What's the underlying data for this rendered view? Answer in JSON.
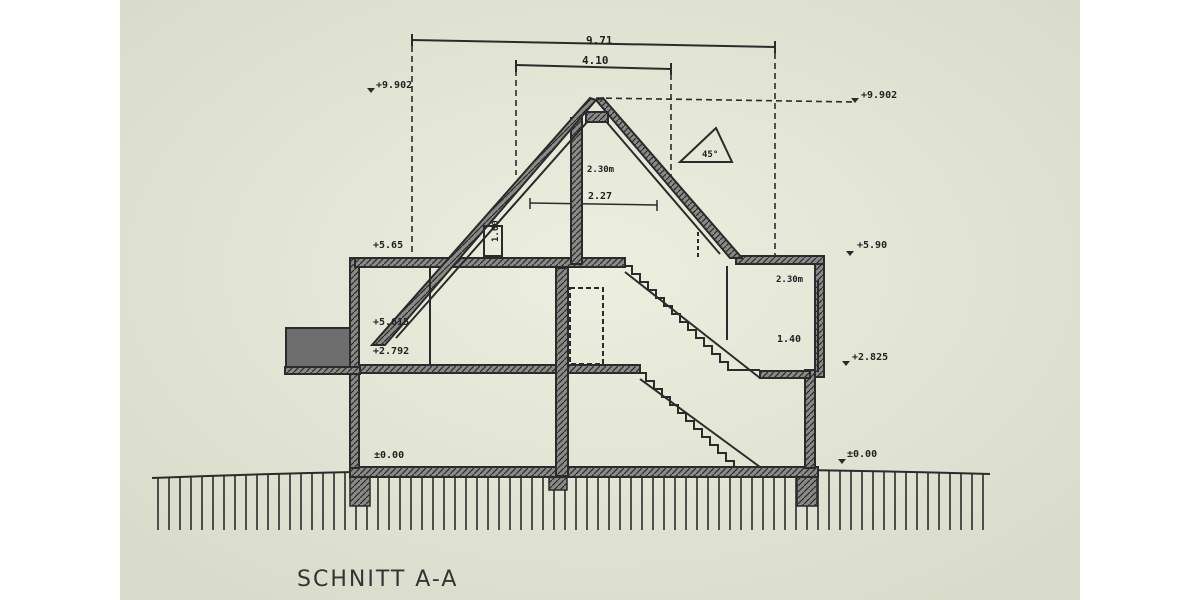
{
  "drawing": {
    "title": "SCHNITT A-A",
    "dimensions": {
      "overall_width": "9.71",
      "ridge_width": "4.10",
      "roof_angle": "45°",
      "upper_height": "2.30m",
      "attic_width": "2.27",
      "kneewall": "1.00",
      "right_height": "2.30m",
      "stair_width": "1.40"
    },
    "levels": {
      "ridge_left": "+9.902",
      "ridge_right": "+9.902",
      "eave_left": "+5.65",
      "eave_right": "+5.90",
      "upper_left": "+5.615",
      "middle_left": "+2.792",
      "middle_right": "+2.825",
      "ground_left": "±0.00",
      "ground_right": "±0.00"
    }
  },
  "colors": {
    "paper": "#e7e9da",
    "line": "#2b2b2b",
    "hatch": "#555555"
  }
}
